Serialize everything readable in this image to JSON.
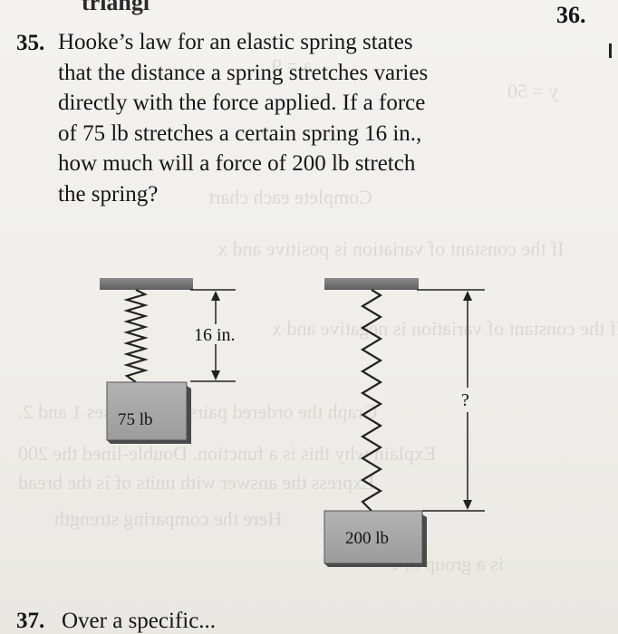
{
  "header": {
    "prev_fragment": "triangl",
    "next_number": "36."
  },
  "problem": {
    "number": "35.",
    "lines": [
      "Hooke’s law for an elastic spring states",
      "that the distance a spring stretches varies",
      "directly with the force applied. If a force",
      "of 75 lb stretches a certain spring 16 in.,",
      "how much will a force of 200 lb stretch",
      "the spring?"
    ]
  },
  "figure": {
    "left": {
      "weight_label": "75 lb",
      "distance_label": "16 in."
    },
    "right": {
      "weight_label": "200 lb",
      "distance_label": "?"
    }
  },
  "next_problem": {
    "number": "37.",
    "fragment": "Over a specific..."
  }
}
